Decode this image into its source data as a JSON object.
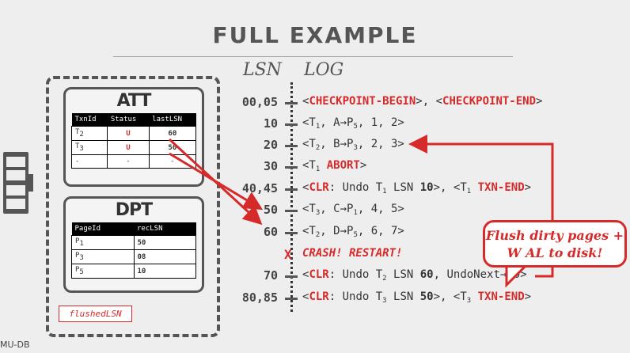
{
  "title": "FULL EXAMPLE",
  "columns": {
    "lsn": "LSN",
    "log": "LOG"
  },
  "att": {
    "title": "ATT",
    "headers": [
      "TxnId",
      "Status",
      "lastLSN"
    ],
    "rows": [
      {
        "txn": "T",
        "sub": "2",
        "status": "U",
        "last": "60"
      },
      {
        "txn": "T",
        "sub": "3",
        "status": "U",
        "last": "50"
      },
      {
        "txn": "-",
        "sub": "",
        "status": "-",
        "last": "-"
      }
    ]
  },
  "dpt": {
    "title": "DPT",
    "headers": [
      "PageId",
      "recLSN"
    ],
    "rows": [
      {
        "page": "P",
        "sub": "1",
        "rec": "50"
      },
      {
        "page": "P",
        "sub": "3",
        "rec": "08"
      },
      {
        "page": "P",
        "sub": "5",
        "rec": "10"
      }
    ]
  },
  "flushed_label": "flushedLSN",
  "footer": "MU-DB",
  "callout": {
    "line1": "Flush dirty pages +",
    "line2": "W AL to disk!"
  },
  "log": [
    {
      "lsn": "00,05",
      "parts": {
        "a": "<",
        "b": "CHECKPOINT-BEGIN",
        "c": ">, <",
        "d": "CHECKPOINT-END",
        "e": ">"
      }
    },
    {
      "lsn": "10",
      "parts": {
        "a": "<T",
        "s1": "1",
        "b": ", A→P",
        "s2": "5",
        "c": ", 1, 2>"
      }
    },
    {
      "lsn": "20",
      "parts": {
        "a": "<T",
        "s1": "2",
        "b": ", B→P",
        "s2": "3",
        "c": ", 2, 3>"
      }
    },
    {
      "lsn": "30",
      "parts": {
        "a": "<T",
        "s1": "1",
        "b": " ",
        "c": "ABORT",
        "d": ">"
      }
    },
    {
      "lsn": "40,45",
      "parts": {
        "a": "<",
        "b": "CLR",
        "c": ": Undo T",
        "s1": "1",
        "d": " LSN ",
        "e": "10",
        "f": ">, <T",
        "s2": "1",
        "g": " ",
        "h": "TXN-END",
        "i": ">"
      }
    },
    {
      "lsn": "50",
      "parts": {
        "a": "<T",
        "s1": "3",
        "b": ", C→P",
        "s2": "1",
        "c": ", 4, 5>"
      }
    },
    {
      "lsn": "60",
      "parts": {
        "a": "<T",
        "s1": "2",
        "b": ", D→P",
        "s2": "5",
        "c": ", 6, 7>"
      }
    },
    {
      "lsn": "",
      "parts": {
        "x": "X",
        "a": "CRASH! RESTART!"
      }
    },
    {
      "lsn": "70",
      "parts": {
        "a": "<",
        "b": "CLR",
        "c": ": Undo T",
        "s1": "2",
        "d": " LSN ",
        "e": "60",
        "f": ", UndoNext",
        "g": "→",
        "h": "20",
        "i": ">"
      }
    },
    {
      "lsn": "80,85",
      "parts": {
        "a": "<",
        "b": "CLR",
        "c": ": Undo T",
        "s1": "3",
        "d": " LSN ",
        "e": "50",
        "f": ">, <T",
        "s2": "3",
        "g": " ",
        "h": "TXN-END",
        "i": ">"
      }
    }
  ],
  "colors": {
    "accent": "#d62a2a",
    "text": "#333333",
    "background": "#eeeeee"
  }
}
